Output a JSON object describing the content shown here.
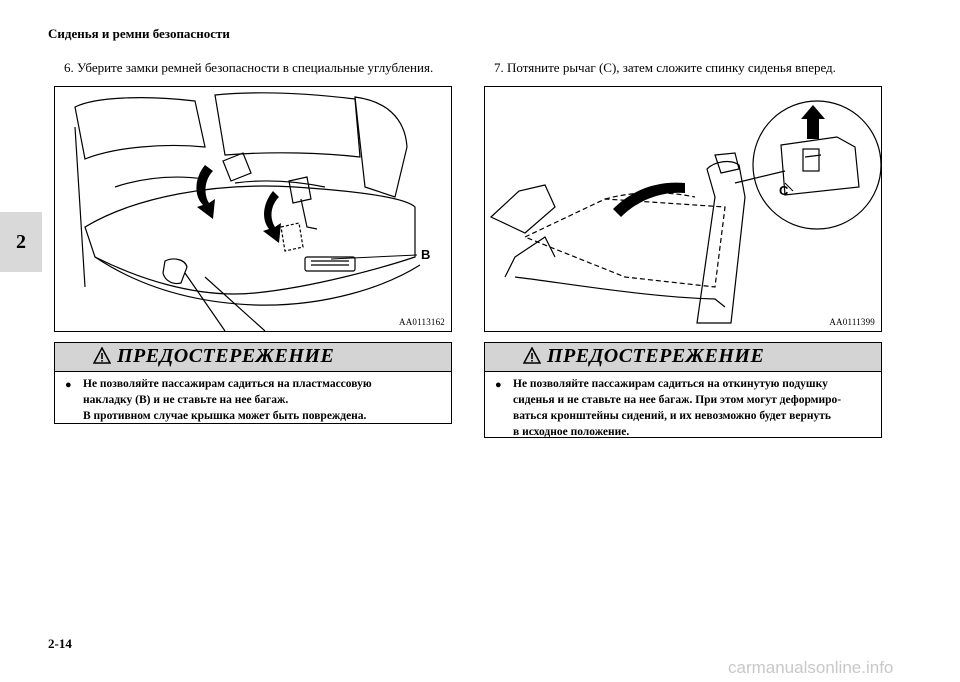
{
  "header": {
    "title": "Сиденья и ремни безопасности"
  },
  "chapter_tab": "2",
  "steps": {
    "left": "6.  Уберите замки ремней безопасности в специальные углубления.",
    "right": "7.  Потяните рычаг (C), затем сложите спинку сиденья вперед."
  },
  "figures": {
    "left": {
      "code": "AA0113162",
      "callout": "B",
      "icon": "seat-belt-buckle-illustration"
    },
    "right": {
      "code": "AA0111399",
      "callout": "C",
      "icon": "seat-folding-illustration"
    }
  },
  "warnings": {
    "left": {
      "title": "ПРЕДОСТЕРЕЖЕНИЕ",
      "icon": "warning-triangle-icon",
      "bullet": "●",
      "lines": [
        "Не позволяйте пассажирам садиться на пластмассовую",
        "накладку (B) и не ставьте на нее багаж.",
        "В противном случае крышка может быть повреждена."
      ]
    },
    "right": {
      "title": "ПРЕДОСТЕРЕЖЕНИЕ",
      "icon": "warning-triangle-icon",
      "bullet": "●",
      "lines": [
        "Не позволяйте пассажирам садиться на откинутую подушку",
        "сиденья и не ставьте на нее багаж. При этом могут деформиро-",
        "ваться кронштейны сидений, и их невозможно будет вернуть",
        "в исходное положение."
      ]
    }
  },
  "page_number": "2-14",
  "watermark": "carmanualsonline.info",
  "colors": {
    "warning_header": "#d4d4d4",
    "chapter_tab": "#d9d9d9",
    "watermark": "#c8c8c8"
  }
}
